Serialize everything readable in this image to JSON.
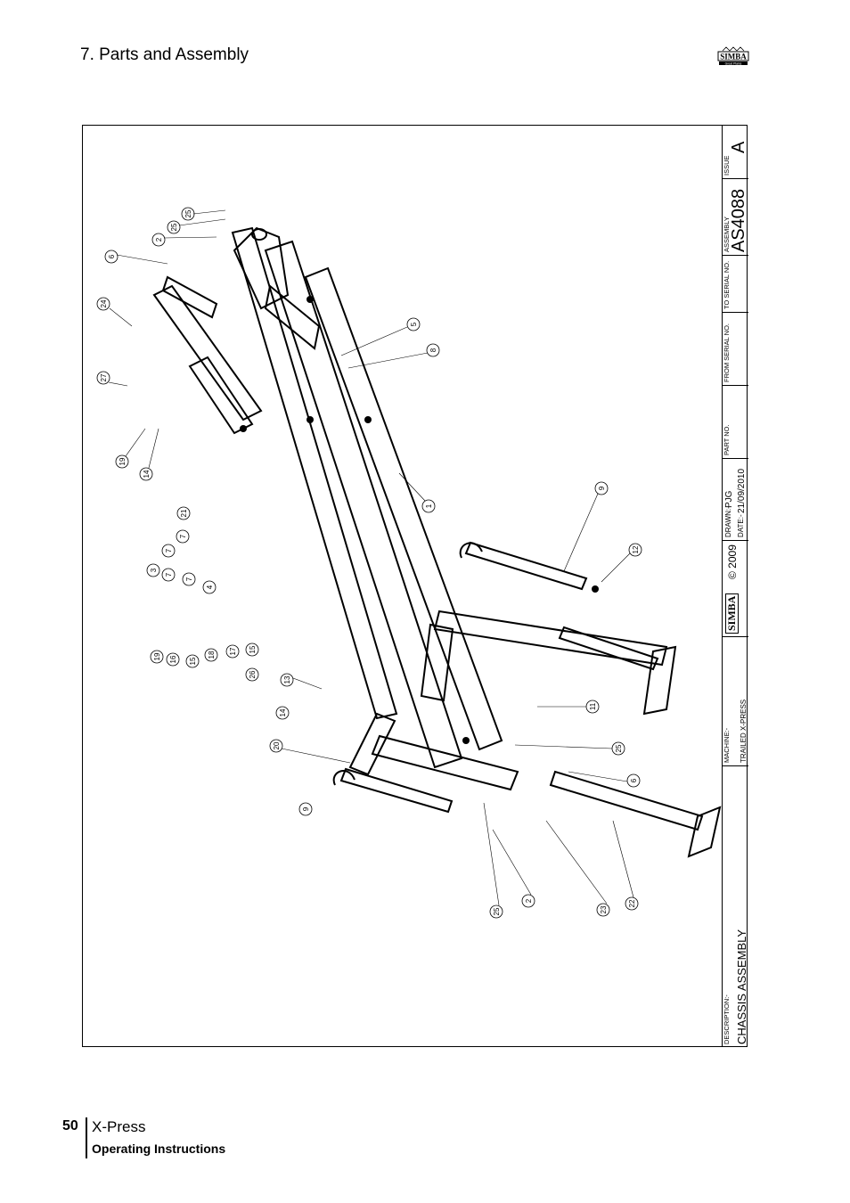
{
  "header": {
    "section_title": "7. Parts and Assembly"
  },
  "logo": {
    "brand": "SIMBA",
    "sub": "Great Plains"
  },
  "title_block": {
    "description_caption": "DESCRIPTION:-",
    "description_value": "CHASSIS ASSEMBLY",
    "machine_caption": "MACHINE:-",
    "machine_value": "TRAILED X-PRESS",
    "logo_text": "SIMBA",
    "copyright": "© 2009",
    "drawn_caption": "DRAWN:-",
    "drawn_value": "PJG",
    "date_caption": "DATE:-",
    "date_value": "21/09/2010",
    "part_no_caption": "PART NO.",
    "from_serial_caption": "FROM SERIAL NO.",
    "to_serial_caption": "TO SERIAL NO.",
    "assembly_caption": "ASSEMBLY",
    "assembly_value": "AS4088",
    "issue_caption": "ISSUE",
    "issue_value": "A"
  },
  "callouts": [
    "25",
    "25",
    "2",
    "6",
    "24",
    "27",
    "5",
    "8",
    "19",
    "14",
    "1",
    "9",
    "21",
    "7",
    "7",
    "3",
    "7",
    "7",
    "4",
    "12",
    "19",
    "16",
    "15",
    "18",
    "17",
    "15",
    "26",
    "13",
    "11",
    "14",
    "25",
    "20",
    "6",
    "9",
    "25",
    "2",
    "23",
    "22"
  ],
  "footer": {
    "page_number": "50",
    "product": "X-Press",
    "subtitle": "Operating Instructions"
  }
}
